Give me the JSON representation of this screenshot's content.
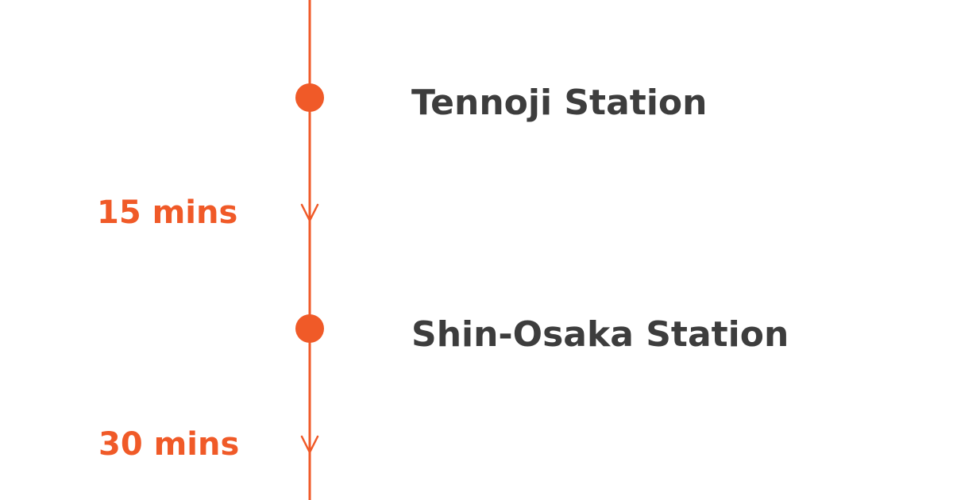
{
  "colors": {
    "accent": "#f05a28",
    "station_text": "#3d3d3d",
    "background": "#ffffff"
  },
  "stations": [
    {
      "name": "Tennoji Station"
    },
    {
      "name": "Shin-Osaka Station"
    }
  ],
  "segments": [
    {
      "duration": "15 mins",
      "direction": "down"
    },
    {
      "duration": "30 mins",
      "direction": "down"
    }
  ]
}
